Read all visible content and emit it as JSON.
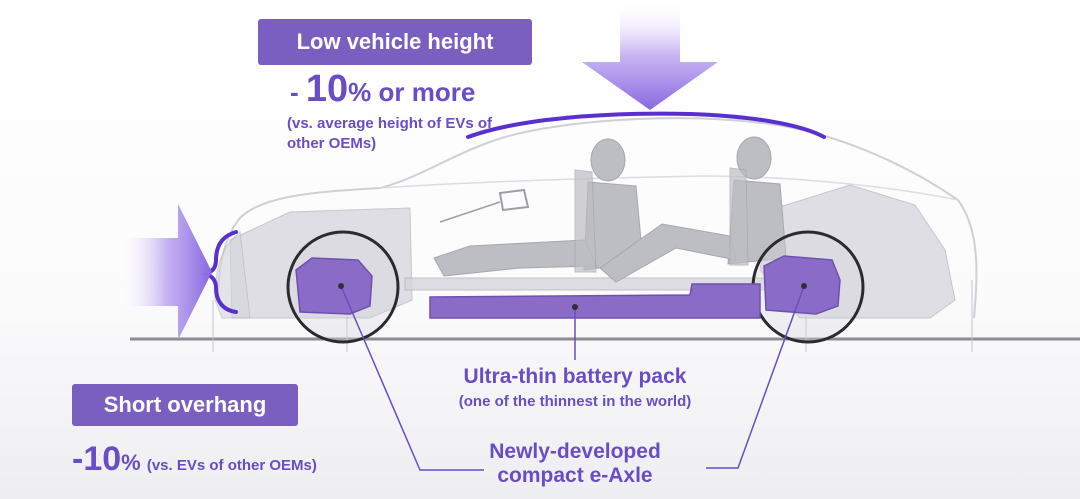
{
  "colors": {
    "accent": "#6a4cc4",
    "box": "#7b5fc0",
    "arrow": "#9b7ee6",
    "component": "#8a6cc8"
  },
  "low_height": {
    "title": "Low vehicle height",
    "value_prefix": "- ",
    "value_number": "10",
    "value_suffix": "% or more",
    "note_line1": "(vs. average height of EVs of",
    "note_line2": "other OEMs)"
  },
  "overhang": {
    "title": "Short overhang",
    "value_prefix": "-",
    "value_number": "10",
    "value_suffix": "% ",
    "note": "(vs. EVs of other OEMs)"
  },
  "battery": {
    "title": "Ultra-thin battery pack",
    "note": "(one of the thinnest in the world)"
  },
  "eaxle": {
    "line1": "Newly-developed",
    "line2": "compact e-Axle"
  }
}
